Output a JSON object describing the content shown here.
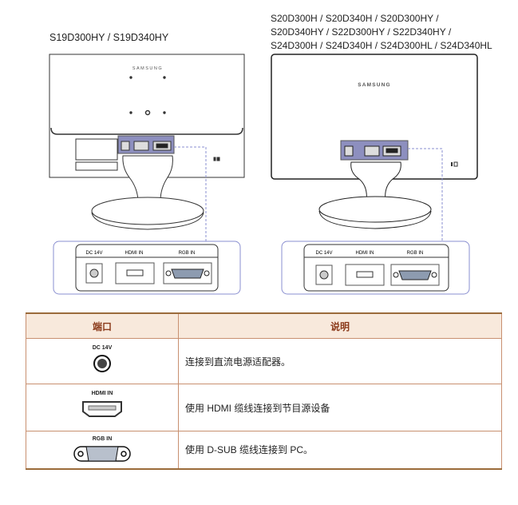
{
  "left_model": {
    "title": "S19D300HY / S19D340HY",
    "brand": "SAMSUNG"
  },
  "right_model": {
    "title_lines": [
      "S20D300H / S20D340H / S20D300HY /",
      "S20D340HY / S22D300HY / S22D340HY /",
      "S24D300H / S24D340H / S24D300HL / S24D340HL"
    ],
    "brand": "SAMSUNG"
  },
  "panel_labels": {
    "dc": "DC 14V",
    "hdmi": "HDMI IN",
    "rgb": "RGB IN"
  },
  "table": {
    "headers": [
      "端口",
      "说明"
    ],
    "rows": [
      {
        "port": "DC 14V",
        "icon": "dc-jack-icon",
        "desc": "连接到直流电源适配器。"
      },
      {
        "port": "HDMI IN",
        "icon": "hdmi-port-icon",
        "desc": "使用 HDMI 缆线连接到节目源设备"
      },
      {
        "port": "RGB IN",
        "icon": "vga-port-icon",
        "desc": "使用 D-SUB 缆线连接到 PC。"
      }
    ]
  },
  "colors": {
    "header_bg": "#f8e9dc",
    "header_text": "#8b3a1a",
    "callout": "#8a8fd0"
  }
}
